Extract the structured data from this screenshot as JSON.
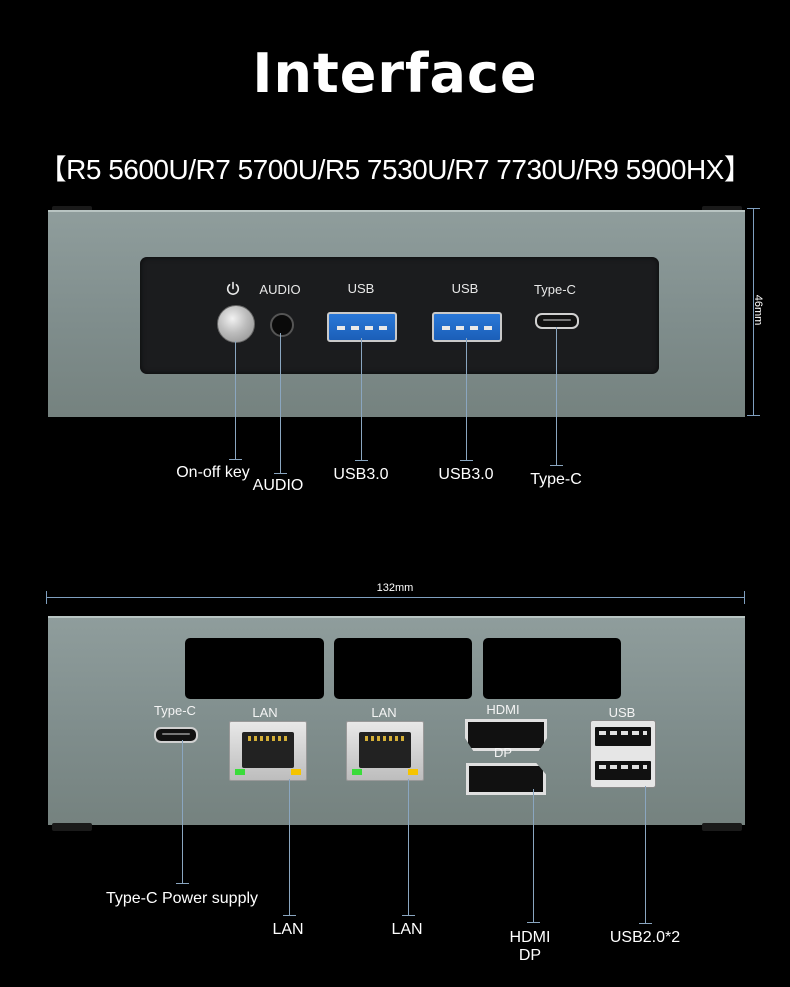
{
  "title": "Interface",
  "subtitle": "【R5 5600U/R7 5700U/R5 7530U/R7 7730U/R9 5900HX】",
  "front": {
    "panel_labels": {
      "audio": "AUDIO",
      "usb1": "USB",
      "usb2": "USB",
      "typec": "Type-C"
    },
    "callouts": {
      "onoff": "On-off key",
      "audio": "AUDIO",
      "usb1": "USB3.0",
      "usb2": "USB3.0",
      "typec": "Type-C"
    },
    "height_dim": "46mm"
  },
  "rear": {
    "width_dim": "132mm",
    "panel_labels": {
      "typec": "Type-C",
      "lan1": "LAN",
      "lan2": "LAN",
      "hdmi": "HDMI",
      "dp": "DP",
      "usb": "USB"
    },
    "callouts": {
      "power": "Type-C Power supply",
      "lan1": "LAN",
      "lan2": "LAN",
      "hdmi": "HDMI",
      "dp": "DP",
      "usb": "USB2.0*2"
    }
  },
  "icons": {
    "power": "power-icon"
  }
}
